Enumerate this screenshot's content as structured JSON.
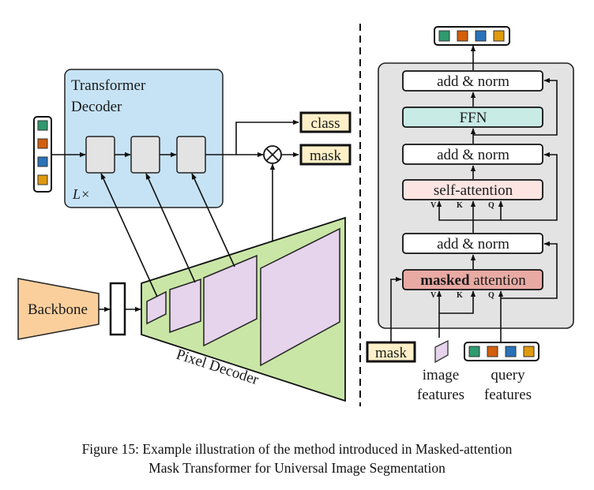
{
  "left": {
    "transformer_decoder": {
      "title_line1": "Transformer",
      "title_line2": "Decoder",
      "repeat": "L×"
    },
    "outputs": {
      "class": "class",
      "mask": "mask"
    },
    "backbone": "Backbone",
    "pixel_decoder": "Pixel Decoder",
    "query_colors": [
      "#2e9a6e",
      "#d35f0c",
      "#2a72b8",
      "#e09a0e"
    ]
  },
  "right": {
    "blocks": {
      "add_norm_top": "add & norm",
      "ffn": "FFN",
      "add_norm_mid": "add & norm",
      "self_attention": "self-attention",
      "add_norm_bottom": "add & norm",
      "masked_bold": "masked",
      "masked_rest": " attention"
    },
    "qkv": {
      "v": "V",
      "k": "K",
      "q": "Q"
    },
    "inputs": {
      "mask": "mask",
      "image_line1": "image",
      "image_line2": "features",
      "query_line1": "query",
      "query_line2": "features"
    },
    "output_colors": [
      "#2e9a6e",
      "#d35f0c",
      "#2a72b8",
      "#e09a0e"
    ]
  },
  "colors": {
    "decoder_bg": "#c6e3f5",
    "layer_box": "#e3e3e3",
    "label_box": "#fdf0c8",
    "backbone": "#fbcf9c",
    "pixel_decoder": "#c9e6a6",
    "feature_map": "#e6d3ec",
    "block_bg": "#e3e3e3",
    "ffn": "#c8ebe6",
    "self_attention": "#fce4e2",
    "masked_attention": "#e9aaa4"
  },
  "caption": {
    "line1": "Figure 15: Example illustration of the method introduced in Masked-attention",
    "line2": "Mask Transformer for Universal Image Segmentation"
  }
}
